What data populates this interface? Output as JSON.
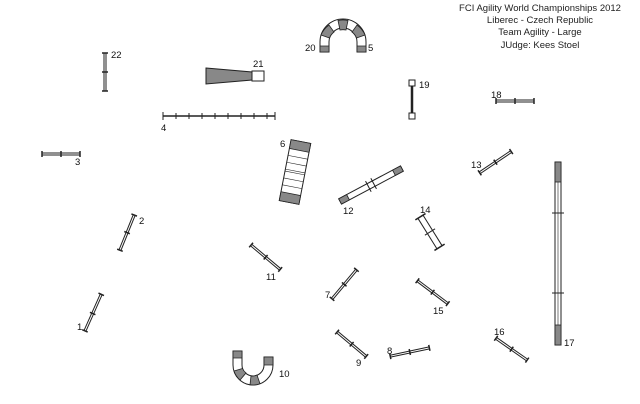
{
  "info": {
    "line1": "FCI Agility World Championships 2012",
    "line2": "Liberec - Czech Republic",
    "line3": "Team Agility  -  Large",
    "line4": "JUdge: Kees Stoel"
  },
  "numbers": {
    "n1": "1",
    "n2": "2",
    "n3": "3",
    "n4": "4",
    "n5": "5",
    "n6": "6",
    "n7": "7",
    "n8": "8",
    "n9": "9",
    "n10": "10",
    "n11": "11",
    "n12": "12",
    "n13": "13",
    "n14": "14",
    "n15": "15",
    "n16": "16",
    "n17": "17",
    "n18": "18",
    "n19": "19",
    "n20": "20",
    "n21": "21",
    "n22": "22"
  },
  "colors": {
    "stroke": "#222222",
    "fill_dark": "#888888",
    "fill_light": "#ffffff",
    "text": "#111111"
  },
  "obstacles": [
    {
      "id": "1",
      "type": "jump"
    },
    {
      "id": "2",
      "type": "jump"
    },
    {
      "id": "3",
      "type": "jump"
    },
    {
      "id": "4",
      "type": "long-jump-bar"
    },
    {
      "id": "5/20",
      "type": "tunnel"
    },
    {
      "id": "6",
      "type": "a-frame"
    },
    {
      "id": "7",
      "type": "jump"
    },
    {
      "id": "8",
      "type": "jump"
    },
    {
      "id": "9",
      "type": "jump"
    },
    {
      "id": "10",
      "type": "tunnel"
    },
    {
      "id": "11",
      "type": "jump"
    },
    {
      "id": "12",
      "type": "seesaw"
    },
    {
      "id": "13",
      "type": "jump"
    },
    {
      "id": "14",
      "type": "double-jump"
    },
    {
      "id": "15",
      "type": "jump"
    },
    {
      "id": "16",
      "type": "jump"
    },
    {
      "id": "17",
      "type": "dog-walk"
    },
    {
      "id": "18",
      "type": "jump"
    },
    {
      "id": "19",
      "type": "weave-poles"
    },
    {
      "id": "21",
      "type": "chute"
    },
    {
      "id": "22",
      "type": "jump"
    }
  ]
}
